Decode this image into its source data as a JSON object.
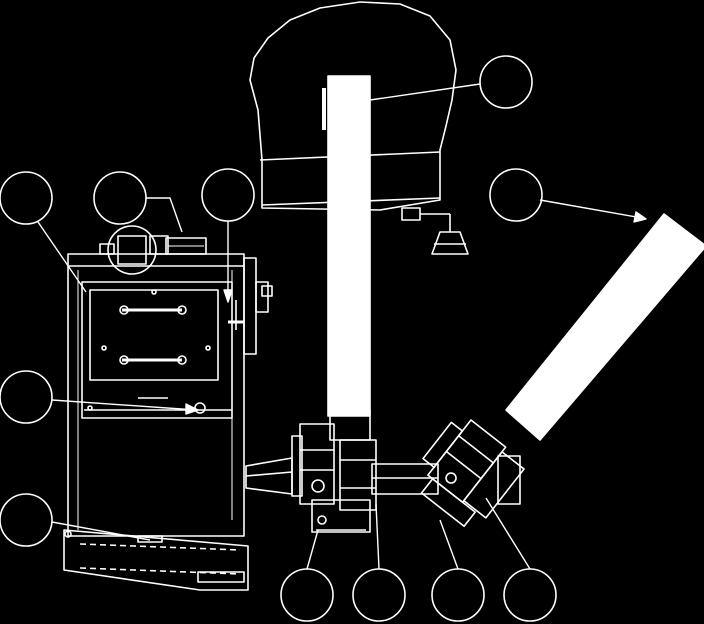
{
  "diagram": {
    "background": "#000000",
    "line_color": "#ffffff",
    "callouts": [
      {
        "id": "hopper-callout",
        "label": ""
      },
      {
        "id": "feed-tube-callout",
        "label": ""
      },
      {
        "id": "boiler-body-callout",
        "label": ""
      },
      {
        "id": "control-panel-callout",
        "label": ""
      },
      {
        "id": "sensor-callout",
        "label": ""
      },
      {
        "id": "ash-door-callout",
        "label": ""
      },
      {
        "id": "base-callout",
        "label": ""
      },
      {
        "id": "auger-motor-callout",
        "label": ""
      },
      {
        "id": "auger-gearbox-callout",
        "label": ""
      },
      {
        "id": "alt-motor-callout",
        "label": ""
      },
      {
        "id": "alt-gearbox-callout",
        "label": ""
      }
    ]
  }
}
